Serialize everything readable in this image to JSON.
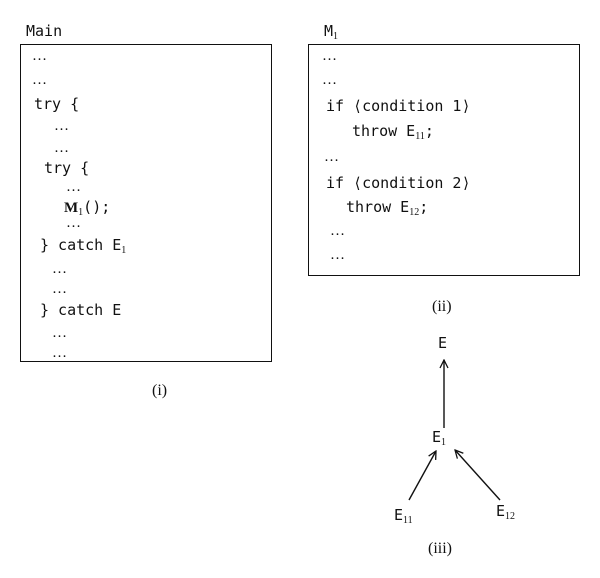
{
  "panel_main": {
    "title": "Main",
    "lines": [
      "…",
      "…",
      "try {",
      "…",
      "…",
      "try {",
      "…",
      "M",
      "1",
      "();",
      "…",
      "} catch E",
      "1",
      "…",
      "…",
      "} catch E",
      "…",
      "…"
    ],
    "caption": "(i)"
  },
  "panel_m1": {
    "title_main": "M",
    "title_sub": "1",
    "lines": [
      "…",
      "…",
      "if ⟨condition 1⟩",
      "throw E",
      "11",
      ";",
      "…",
      "if ⟨condition 2⟩",
      "throw E",
      "12",
      ";",
      "…",
      "…"
    ],
    "caption": "(ii)"
  },
  "hierarchy": {
    "root": "E",
    "mid_main": "E",
    "mid_sub": "1",
    "left_main": "E",
    "left_sub": "11",
    "right_main": "E",
    "right_sub": "12",
    "caption": "(iii)"
  }
}
